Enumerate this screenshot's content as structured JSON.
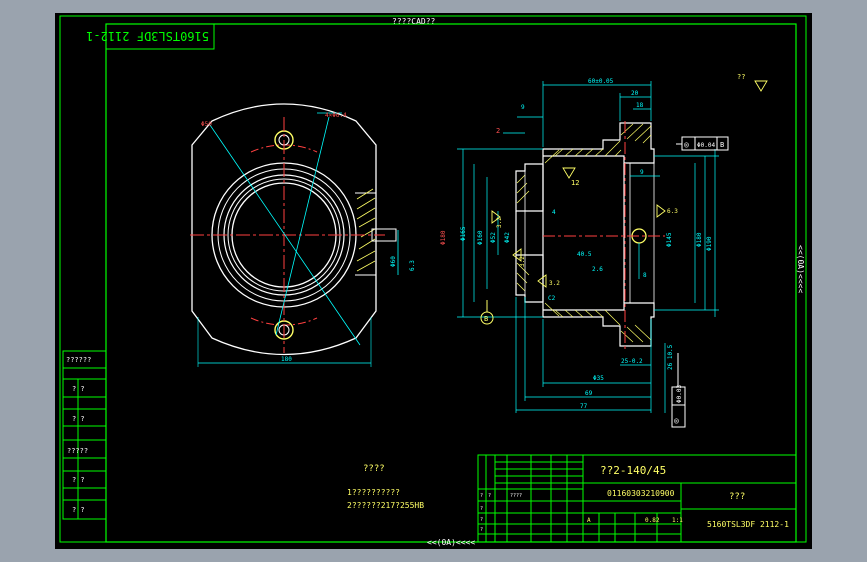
{
  "border": {
    "top_label": "????CAD??",
    "bottom_label": "<<(0A)<<<<",
    "side_label": "<<(0A)<<<<",
    "drawing_number_rotated": "5160TSL3DF 2112-1"
  },
  "left_strip": {
    "labels": [
      "??????",
      "? ?",
      "? ?",
      "?????",
      "? ?",
      "? ?"
    ]
  },
  "notes": {
    "heading": "????",
    "line1": "1??????????",
    "line2": "2??????217?255HB",
    "roughness_note": "??"
  },
  "title_block": {
    "part_name": "??2-140/45",
    "code": "01160303210900",
    "company": "???",
    "drawing_number": "5160TSL3DF 2112-1",
    "scale": "1:1",
    "material_mark": "A",
    "sheet_label": "0.82",
    "small_cells": [
      "?",
      "?",
      "????",
      "?",
      "?",
      "?"
    ]
  },
  "left_view": {
    "dim_bottom": "180",
    "hole_label_left": "Φ50",
    "hole_label_right": "4×Φ6.4",
    "side_dim": "Φ60",
    "side_dim2": "6.3"
  },
  "section_view": {
    "top_dims": [
      "60±0.05",
      "20",
      "18",
      "9",
      "2"
    ],
    "left_dims": [
      "Φ180",
      "Φ165",
      "Φ160",
      "Φ52",
      "Φ42"
    ],
    "inner_dims": [
      "4",
      "40.5",
      "2.6",
      "C2"
    ],
    "right_dims": [
      "Φ190",
      "Φ180",
      "Φ145",
      "9",
      "8"
    ],
    "bottom_dims": [
      "25-0.2",
      "Φ35",
      "69",
      "77"
    ],
    "right_note": "26 10.5",
    "roughness": [
      "12",
      "3.2",
      "3.2",
      "6.3",
      "3.2"
    ],
    "datum": "B",
    "tolerance_frame": [
      "◎",
      "Φ0.04",
      "B"
    ],
    "vertical_frame": [
      "◎",
      "Φ0.03"
    ]
  }
}
